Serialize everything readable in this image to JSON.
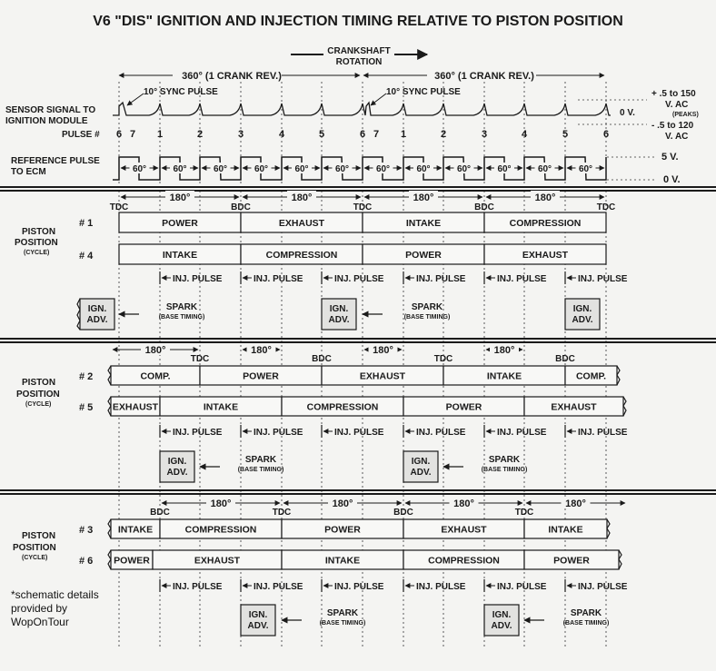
{
  "title": "V6  \"DIS\" IGNITION AND INJECTION TIMING RELATIVE TO PISTON POSITION",
  "crankshaft_rotation": [
    "CRANKSHAFT",
    "ROTATION"
  ],
  "rev_label": "360° (1 CRANK REV.)",
  "sync_pulse": "10° SYNC PULSE",
  "sensor_signal": [
    "SENSOR SIGNAL TO",
    "IGNITION MODULE"
  ],
  "pulse_hash": "PULSE #",
  "pulse_numbers": [
    "6",
    "7",
    "1",
    "2",
    "3",
    "4",
    "5",
    "6",
    "7",
    "1",
    "2",
    "3",
    "4",
    "5",
    "6"
  ],
  "voltage_right": {
    "top1": "+ .5 to 150",
    "top2": "V. AC",
    "peaks": "(PEAKS)",
    "zero": "0 V.",
    "bot1": "- .5 to 120",
    "bot2": "V. AC"
  },
  "reference_pulse": [
    "REFERENCE PULSE",
    "TO ECM"
  ],
  "ref_voltage": {
    "high": "5 V.",
    "low": "0 V."
  },
  "sixty": "60°",
  "one_eighty": "180°",
  "tdc": "TDC",
  "bdc": "BDC",
  "piston_position": [
    "PISTON",
    "POSITION",
    "(CYCLE)"
  ],
  "footnote": "*schematic details\nprovided by\nWopOnTour",
  "inj_pulse": "INJ. PULSE",
  "ign_adv": [
    "IGN.",
    "ADV."
  ],
  "spark": "SPARK",
  "base_timing": "(BASE TIMING)",
  "sections": [
    {
      "cylinders": [
        "# 1",
        "# 4"
      ],
      "rows": [
        [
          "POWER",
          "EXHAUST",
          "INTAKE",
          "COMPRESSION"
        ],
        [
          "INTAKE",
          "COMPRESSION",
          "POWER",
          "EXHAUST"
        ]
      ]
    },
    {
      "cylinders": [
        "# 2",
        "# 5"
      ],
      "rows": [
        [
          "COMP.",
          "POWER",
          "EXHAUST",
          "INTAKE",
          "COMP."
        ],
        [
          "EXHAUST",
          "INTAKE",
          "COMPRESSION",
          "POWER",
          "EXHAUST"
        ]
      ]
    },
    {
      "cylinders": [
        "# 3",
        "# 6"
      ],
      "rows": [
        [
          "INTAKE",
          "COMPRESSION",
          "POWER",
          "EXHAUST",
          "INTAKE"
        ],
        [
          "POWER",
          "EXHAUST",
          "INTAKE",
          "COMPRESSION",
          "POWER"
        ]
      ]
    }
  ]
}
